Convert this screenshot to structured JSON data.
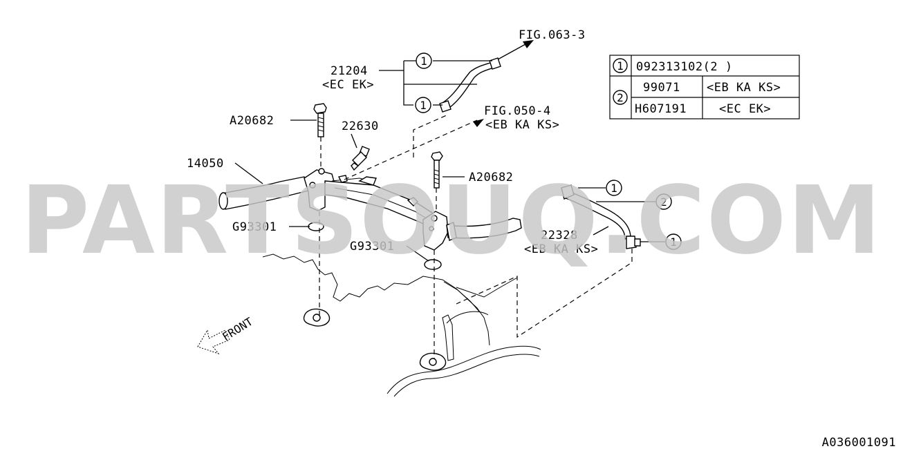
{
  "watermark": "PARTSOUQ.COM",
  "diagram_id": "A036001091",
  "callouts": {
    "fig_063": "FIG.063-3",
    "part_21204": "21204",
    "part_21204_spec": "<EC EK>",
    "bolt_top": "A20682",
    "part_22630": "22630",
    "fig_050": "FIG.050-4",
    "fig_050_spec": "<EB KA KS>",
    "part_14050": "14050",
    "bolt_right": "A20682",
    "gasket_left": "G93301",
    "gasket_right": "G93301",
    "part_22328": "22328",
    "part_22328_spec": "<EB KA KS>",
    "front": "FRONT"
  },
  "markers": {
    "one": "1",
    "two": "2"
  },
  "legend": {
    "row1": {
      "marker": "1",
      "part": "092313102(2 )"
    },
    "row2a": {
      "marker": "2",
      "part": "99071",
      "spec": "<EB KA KS>"
    },
    "row2b": {
      "part": "H607191",
      "spec": "<EC EK>"
    }
  }
}
